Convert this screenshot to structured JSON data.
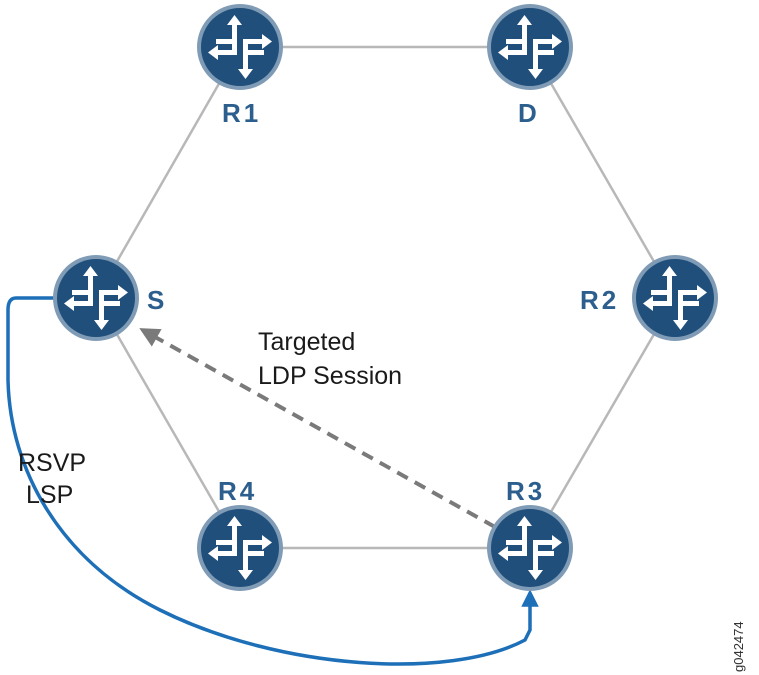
{
  "nodes": [
    {
      "id": "R1",
      "label": "R1"
    },
    {
      "id": "D",
      "label": "D"
    },
    {
      "id": "S",
      "label": "S"
    },
    {
      "id": "R2",
      "label": "R2"
    },
    {
      "id": "R4",
      "label": "R4"
    },
    {
      "id": "R3",
      "label": "R3"
    }
  ],
  "links": [
    [
      "R1",
      "D"
    ],
    [
      "D",
      "R2"
    ],
    [
      "R2",
      "R3"
    ],
    [
      "R3",
      "R4"
    ],
    [
      "R4",
      "S"
    ],
    [
      "S",
      "R1"
    ]
  ],
  "targeted_session": {
    "from": "R3",
    "to": "S",
    "label_line1": "Targeted",
    "label_line2": "LDP Session"
  },
  "rsvp_lsp": {
    "from": "S",
    "to": "R3",
    "label_line1": "RSVP",
    "label_line2": "LSP"
  },
  "figure_id": "g042474",
  "colors": {
    "router_fill": "#1f4f7a",
    "router_ring": "#7f9bb5",
    "label": "#2c5f8d",
    "link": "#b8b8b8",
    "lsp": "#1d6fb8",
    "session": "#7a7a7a"
  },
  "icons": {
    "router": "router-icon"
  }
}
